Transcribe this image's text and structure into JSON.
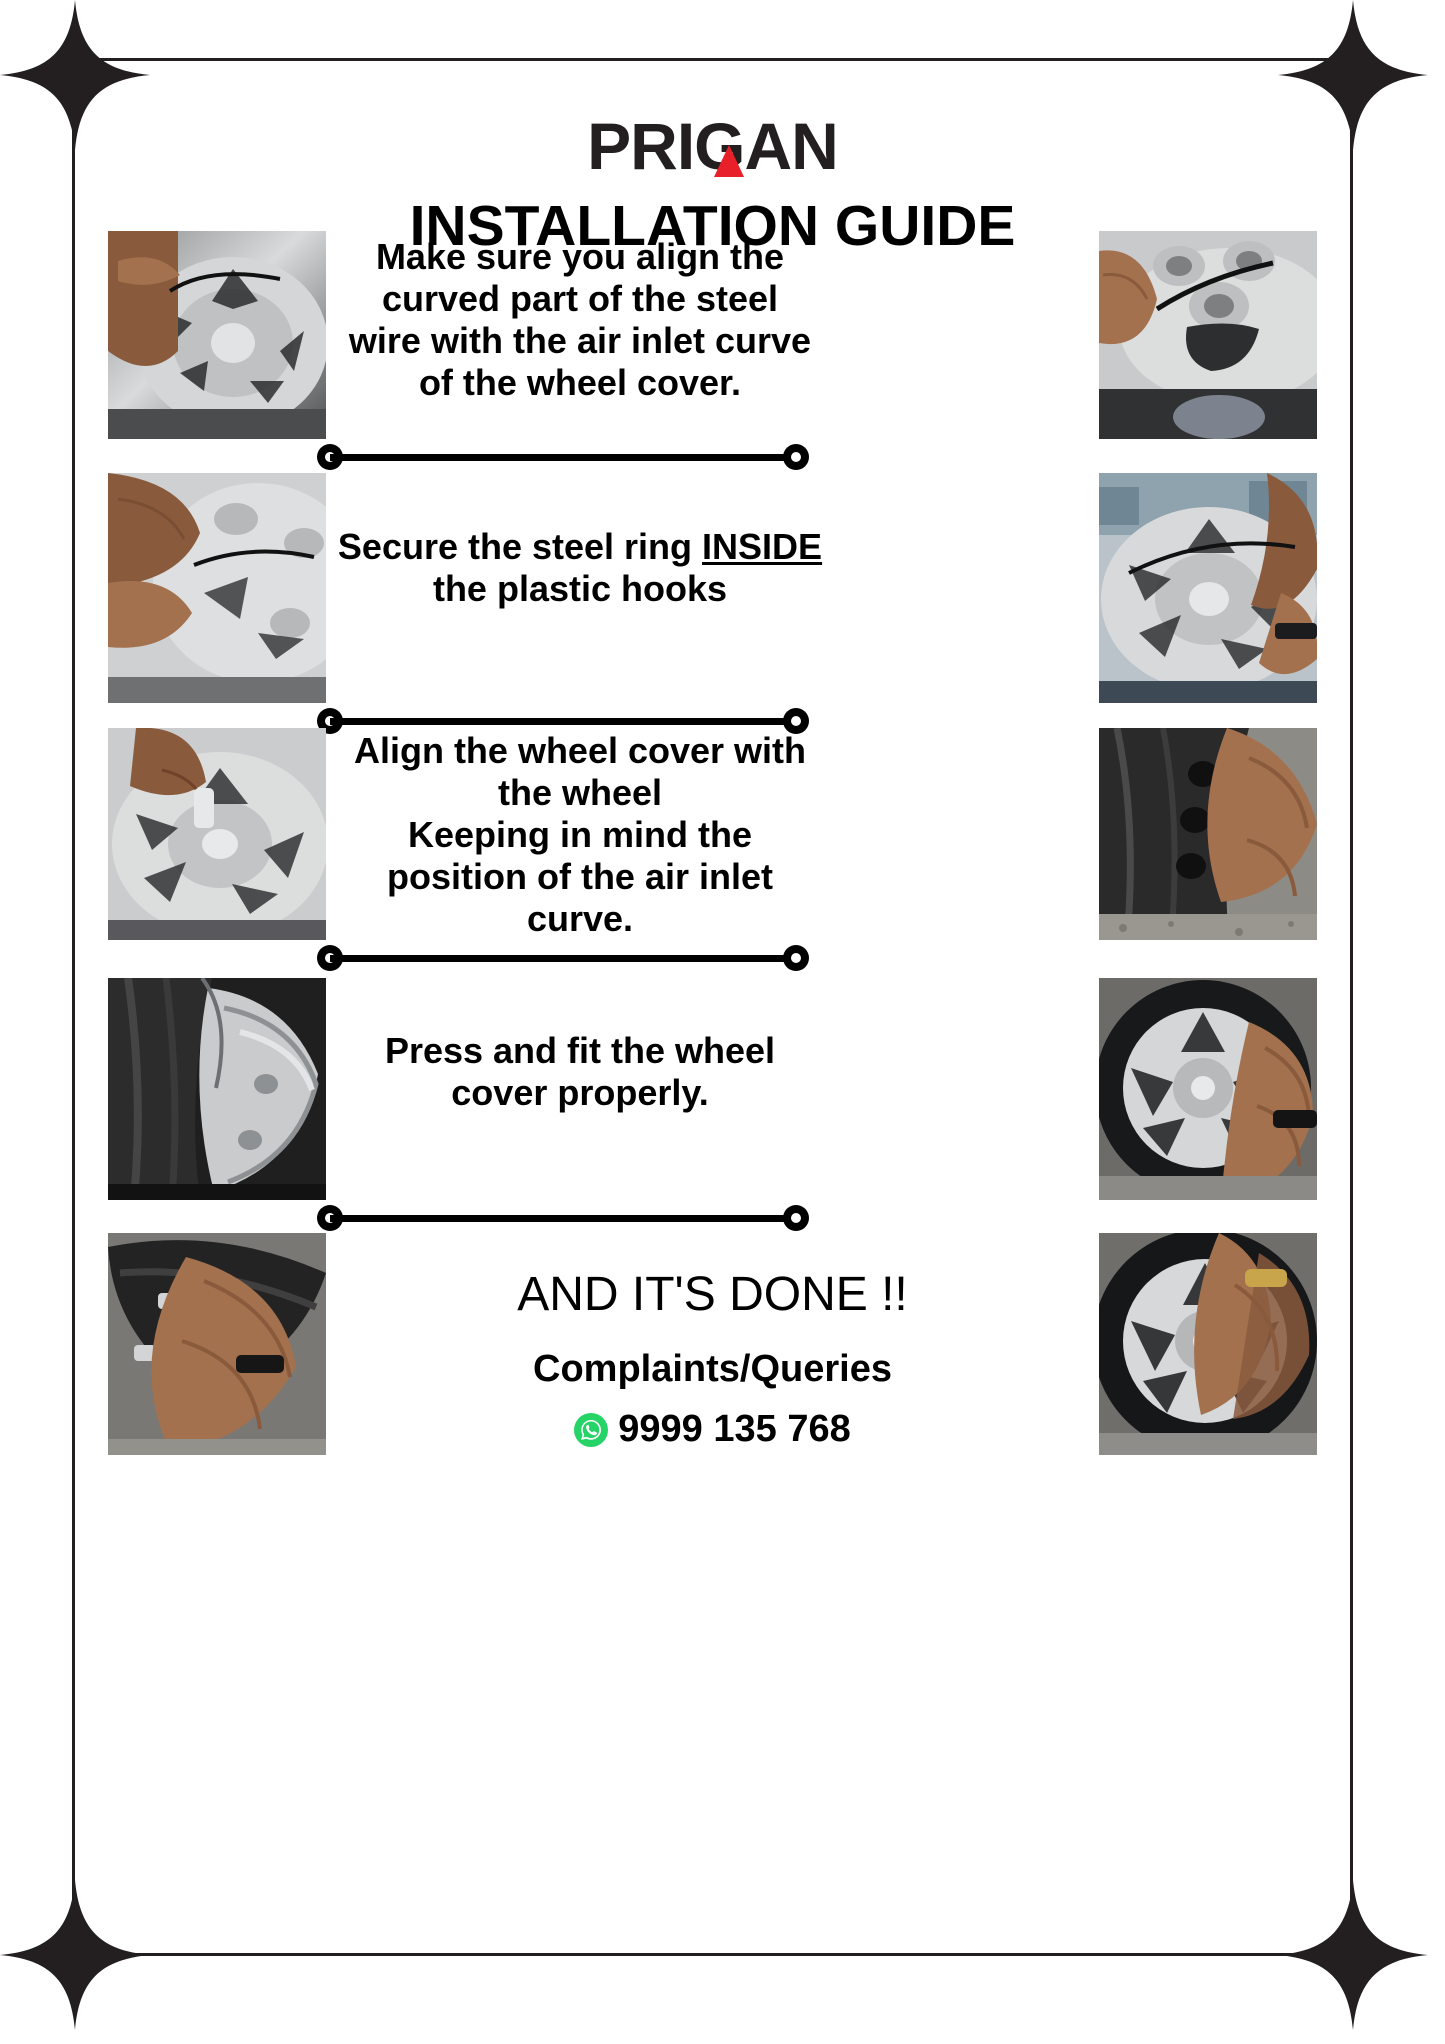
{
  "brand": {
    "name": "PRIGAN",
    "accent_color": "#e8202a",
    "text_color": "#231f20"
  },
  "heading": "INSTALLATION GUIDE",
  "steps": [
    {
      "id": "step-1",
      "caption_lines": [
        "Make sure you align the",
        "curved part of the steel",
        "wire with the air inlet curve",
        "of the wheel cover."
      ],
      "caption_plain": "Make sure you align the curved part of the steel wire with the air inlet curve of the wheel cover.",
      "left_photo_alt": "hand holding steel wire against white wheel cover underside",
      "right_photo_alt": "close-up of steel wire aligned with air inlet curve of wheel cover"
    },
    {
      "id": "step-2",
      "caption_before": "Secure the steel ring ",
      "caption_emphasis": "INSIDE",
      "caption_after": "the plastic hooks",
      "caption_plain": "Secure the steel ring INSIDE the plastic hooks",
      "left_photo_alt": "hands pressing steel ring into plastic hooks of wheel cover",
      "right_photo_alt": "wheel cover held up with steel ring seated inside hooks"
    },
    {
      "id": "step-3",
      "caption_lines": [
        "Align the wheel cover with",
        "the wheel",
        "Keeping in mind the",
        "position of the air inlet",
        "curve."
      ],
      "caption_plain": "Align the wheel cover with the wheel Keeping in mind the position of the air inlet curve.",
      "left_photo_alt": "finger pointing at air inlet notch on back of wheel cover",
      "right_photo_alt": "hand positioning wheel cover onto steel wheel on the road"
    },
    {
      "id": "step-4",
      "caption_lines": [
        "Press and fit the wheel",
        "cover properly."
      ],
      "caption_plain": "Press and fit the wheel cover properly.",
      "left_photo_alt": "close-up of wheel cover edge being pressed onto tyre rim",
      "right_photo_alt": "hand pressing silver wheel cover fully onto the wheel"
    }
  ],
  "footer": {
    "done_text": "AND IT'S DONE !!",
    "support_label": "Complaints/Queries",
    "phone": "9999 135 768",
    "whatsapp_icon": "whatsapp-icon",
    "whatsapp_color": "#25D366",
    "left_photo_alt": "hand flattening wheel cover onto tyre",
    "right_photo_alt": "two hands fitting finished wheel cover on car wheel"
  },
  "decor": {
    "corner_icon": "sparkle-icon",
    "divider_icon": "ring-divider",
    "frame_color": "#231f20"
  }
}
